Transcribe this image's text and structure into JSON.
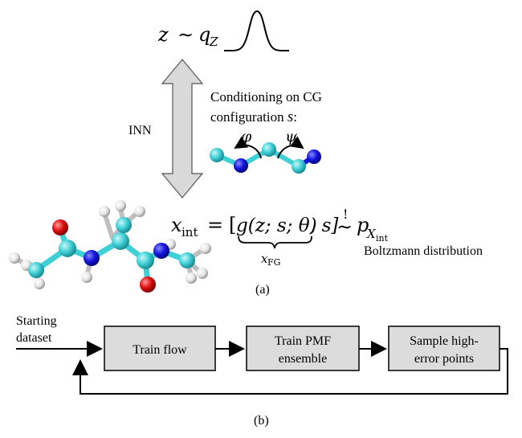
{
  "panel_a": {
    "latent_z": "z",
    "latent_sim": "∼",
    "latent_q": "q",
    "latent_q_sub": "Z",
    "inn_label": "INN",
    "conditioning_line1": "Conditioning on CG",
    "conditioning_line2_prefix": "configuration ",
    "conditioning_line2_var": "s",
    "conditioning_line2_suffix": ":",
    "phi": "φ",
    "psi": "ψ",
    "eq_x": "x",
    "eq_x_sub": "int",
    "eq_eq": "=",
    "eq_open": "[",
    "eq_g": "g(z; s; θ)",
    "eq_comma_s": ", s]",
    "eq_bang": "!",
    "eq_sim": "∼",
    "eq_p": "p",
    "eq_p_sub_X": "X",
    "eq_p_sub_int": "int",
    "brace_x": "x",
    "brace_sub": "FG",
    "boltzmann": "Boltzmann distribution",
    "caption": "(a)"
  },
  "panel_b": {
    "starting_line1": "Starting",
    "starting_line2": "dataset",
    "box1": "Train flow",
    "box2_line1": "Train PMF",
    "box2_line2": "ensemble",
    "box3_line1": "Sample high-",
    "box3_line2": "error points",
    "caption": "(b)"
  },
  "colors": {
    "box_fill": "#dcdcdc",
    "arrow_fill": "#d9d9d9",
    "carbon": "#3fd0d6",
    "nitrogen": "#1111dd",
    "oxygen": "#e01010",
    "hydrogen": "#eeeeee"
  }
}
